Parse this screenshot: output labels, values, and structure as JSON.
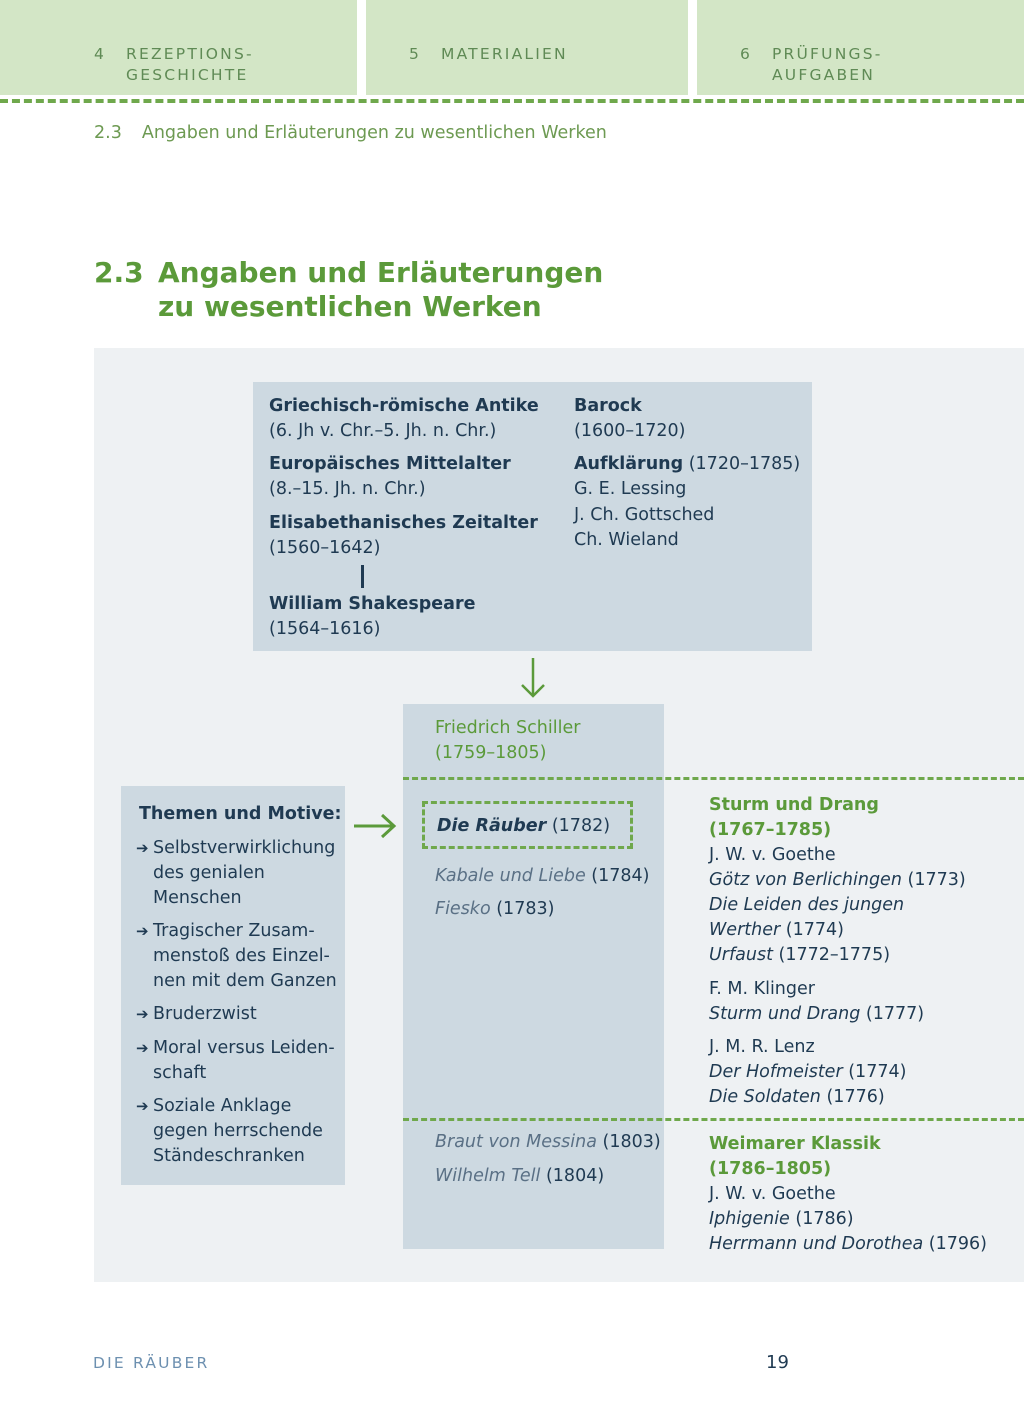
{
  "header": {
    "tabs": [
      {
        "num": "4",
        "line1": "REZEPTIONS-",
        "line2": "GESCHICHTE"
      },
      {
        "num": "5",
        "line1": "MATERIALIEN",
        "line2": ""
      },
      {
        "num": "6",
        "line1": "PRÜFUNGS-",
        "line2": "AUFGABEN"
      }
    ]
  },
  "breadcrumb": {
    "num": "2.3",
    "text": "Angaben und Erläuterungen zu wesentlichen Werken"
  },
  "title": {
    "num": "2.3",
    "line1": "Angaben und Erläuterungen",
    "line2": "zu wesentlichen Werken"
  },
  "influences": {
    "left": [
      {
        "name": "Griechisch-römische Antike",
        "dates": "(6. Jh v. Chr.–5. Jh. n. Chr.)"
      },
      {
        "name": "Europäisches Mittelalter",
        "dates": "(8.–15. Jh. n. Chr.)"
      },
      {
        "name": "Elisabethanisches Zeitalter",
        "dates": "(1560–1642)"
      },
      {
        "name": "William Shakespeare",
        "dates": "(1564–1616)"
      }
    ],
    "right": {
      "barock": {
        "name": "Barock",
        "dates": "(1600–1720)"
      },
      "aufklaerung": {
        "name": "Aufklärung",
        "dates": "(1720–1785)",
        "people": [
          "G. E. Lessing",
          "J. Ch. Gottsched",
          "Ch. Wieland"
        ]
      }
    }
  },
  "schiller": {
    "name": "Friedrich Schiller",
    "dates": "(1759–1805)",
    "early_works": [
      {
        "title": "Die Räuber",
        "year": "(1782)"
      },
      {
        "title": "Kabale und Liebe",
        "year": "(1784)"
      },
      {
        "title": "Fiesko",
        "year": "(1783)"
      }
    ],
    "late_works": [
      {
        "title": "Braut von Messina",
        "year": "(1803)"
      },
      {
        "title": "Wilhelm Tell",
        "year": "(1804)"
      }
    ]
  },
  "themes": {
    "heading": "Themen und Motive:",
    "items": [
      [
        "Selbstverwirklichung",
        "des genialen",
        "Menschen"
      ],
      [
        "Tragischer Zusam-",
        "menstoß des Einzel-",
        "nen mit dem Ganzen"
      ],
      [
        "Bruderzwist"
      ],
      [
        "Moral versus Leiden-",
        "schaft"
      ],
      [
        "Soziale Anklage",
        "gegen herrschende",
        "Ständeschranken"
      ]
    ]
  },
  "sturm": {
    "name": "Sturm und Drang",
    "dates": "(1767–1785)",
    "goethe": "J. W. v. Goethe",
    "goethe_works": [
      {
        "title": "Götz von Berlichingen",
        "year": "(1773)"
      },
      {
        "title": "Die Leiden des jungen",
        "year": ""
      },
      {
        "title": "Werther",
        "year": "(1774)"
      },
      {
        "title": "Urfaust",
        "year": "(1772–1775)"
      }
    ],
    "klinger": "F. M. Klinger",
    "klinger_work": {
      "title": "Sturm und Drang",
      "year": "(1777)"
    },
    "lenz": "J. M. R. Lenz",
    "lenz_works": [
      {
        "title": "Der Hofmeister",
        "year": "(1774)"
      },
      {
        "title": "Die Soldaten",
        "year": "(1776)"
      }
    ]
  },
  "klassik": {
    "name": "Weimarer Klassik",
    "dates": "(1786–1805)",
    "goethe": "J. W. v. Goethe",
    "works": [
      {
        "title": "Iphigenie",
        "year": "(1786)"
      },
      {
        "title": "Herrmann und Dorothea",
        "year": "(1796)"
      }
    ]
  },
  "footer": {
    "book": "DIE RÄUBER",
    "page": "19"
  },
  "colors": {
    "accent": "#5b9a3a",
    "box": "#cdd9e1",
    "panel": "#eef1f3",
    "tab": "#d3e6c6",
    "text": "#1f3a52"
  }
}
